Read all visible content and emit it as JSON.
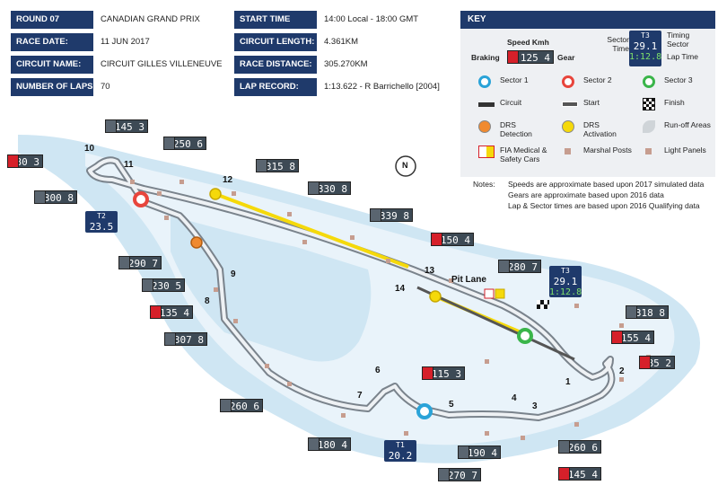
{
  "race_info": {
    "round": "ROUND 07",
    "race_name": "CANADIAN GRAND PRIX",
    "rows": [
      {
        "label": "RACE DATE:",
        "value": "11 JUN 2017"
      },
      {
        "label": "CIRCUIT NAME:",
        "value": "CIRCUIT GILLES VILLENEUVE"
      },
      {
        "label": "NUMBER OF LAPS:",
        "value": "70"
      }
    ],
    "right_rows": [
      {
        "label": "START TIME",
        "value": "14:00 Local - 18:00 GMT"
      },
      {
        "label": "CIRCUIT LENGTH:",
        "value": "4.361KM"
      },
      {
        "label": "RACE DISTANCE:",
        "value": "305.270KM"
      },
      {
        "label": "LAP RECORD:",
        "value": "1:13.622 - R Barrichello [2004]"
      }
    ]
  },
  "key": {
    "title": "KEY",
    "speed_label": "Speed Kmh",
    "braking_label": "Braking",
    "gear_label": "Gear",
    "speed_example": "125 4",
    "sector_time_label": "Sector Time",
    "timing_sector_label": "Timing Sector",
    "lap_time_label": "Lap Time",
    "example_sector": "T3",
    "example_time": "29.1",
    "example_lap": "1:12.8",
    "items": [
      {
        "label": "Sector 1",
        "color": "#2aa3d8"
      },
      {
        "label": "Sector 2",
        "color": "#e8453c"
      },
      {
        "label": "Sector 3",
        "color": "#3ab54a"
      },
      {
        "label": "Circuit"
      },
      {
        "label": "Start"
      },
      {
        "label": "Finish"
      },
      {
        "label": "DRS Detection",
        "color": "#f08a30"
      },
      {
        "label": "DRS Activation",
        "color": "#f5d90a"
      },
      {
        "label": "Run-off Areas"
      },
      {
        "label": "FIA Medical & Safety Cars"
      },
      {
        "label": "Marshal Posts"
      },
      {
        "label": "Light Panels"
      }
    ]
  },
  "notes": {
    "prefix": "Notes:",
    "lines": [
      "Speeds are approximate based upon 2017 simulated data",
      "Gears are approximate based upon 2016 data",
      "Lap & Sector times are based upon 2016 Qualifying data"
    ]
  },
  "map_labels": {
    "pit_lane": "Pit Lane",
    "compass": "N"
  },
  "corners": [
    "1",
    "2",
    "3",
    "4",
    "5",
    "6",
    "7",
    "8",
    "9",
    "10",
    "11",
    "12",
    "13",
    "14"
  ],
  "speeds": [
    {
      "text": "145 3",
      "braking": false
    },
    {
      "text": "250 6",
      "braking": false
    },
    {
      "text": "80 3",
      "braking": true
    },
    {
      "text": "300 8",
      "braking": false
    },
    {
      "text": "315 8",
      "braking": false
    },
    {
      "text": "330 8",
      "braking": false
    },
    {
      "text": "339 8",
      "braking": false
    },
    {
      "text": "150 4",
      "braking": true
    },
    {
      "text": "290 7",
      "braking": false
    },
    {
      "text": "230 5",
      "braking": false
    },
    {
      "text": "135 4",
      "braking": true
    },
    {
      "text": "307 8",
      "braking": false
    },
    {
      "text": "280 7",
      "braking": false
    },
    {
      "text": "318 8",
      "braking": false
    },
    {
      "text": "155 4",
      "braking": true
    },
    {
      "text": "85 2",
      "braking": true
    },
    {
      "text": "115 3",
      "braking": true
    },
    {
      "text": "260 6",
      "braking": false
    },
    {
      "text": "180 4",
      "braking": false
    },
    {
      "text": "270 7",
      "braking": false
    },
    {
      "text": "190 4",
      "braking": false
    },
    {
      "text": "260 6",
      "braking": false
    },
    {
      "text": "145 4",
      "braking": true
    }
  ],
  "sectors": [
    {
      "id": "T1",
      "time": "20.2"
    },
    {
      "id": "T2",
      "time": "23.5"
    },
    {
      "id": "T3",
      "time": "29.1",
      "lap": "1:12.8"
    }
  ]
}
